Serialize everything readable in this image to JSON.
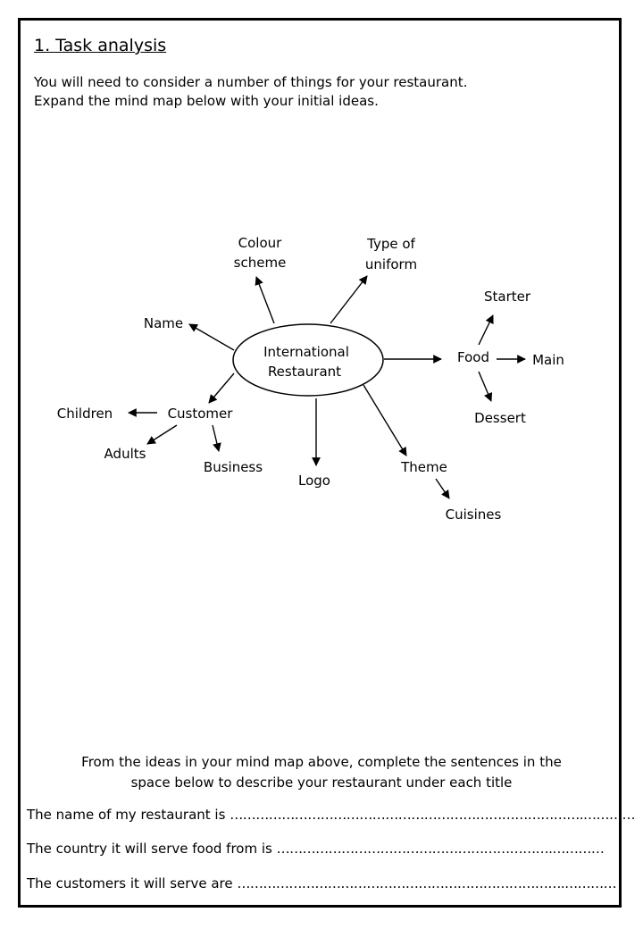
{
  "heading": "1. Task analysis",
  "intro": [
    "You will need to consider a number of things for your restaurant.",
    "Expand the mind map below with your initial ideas."
  ],
  "mindmap": {
    "center": [
      "International",
      "Restaurant"
    ],
    "nodes": {
      "colour_scheme": [
        "Colour",
        "scheme"
      ],
      "type_of_uniform": [
        "Type of",
        "uniform"
      ],
      "name": "Name",
      "customer": "Customer",
      "children": "Children",
      "adults": "Adults",
      "business": "Business",
      "logo": "Logo",
      "theme": "Theme",
      "cuisines": "Cuisines",
      "food": "Food",
      "starter": "Starter",
      "main": "Main",
      "dessert": "Dessert"
    }
  },
  "prompt": [
    "From the ideas in your mind map above, complete the sentences in the",
    "space below to describe your restaurant under each title"
  ],
  "sentences": [
    {
      "label": "The name of my restaurant is",
      "dots": "……………………………………………………………………….…………"
    },
    {
      "label": "The country it will serve food from is",
      "dots": "……………………………………………………….…………"
    },
    {
      "label": "The customers it will serve are",
      "dots": "………………………………………………………………….…………"
    }
  ]
}
